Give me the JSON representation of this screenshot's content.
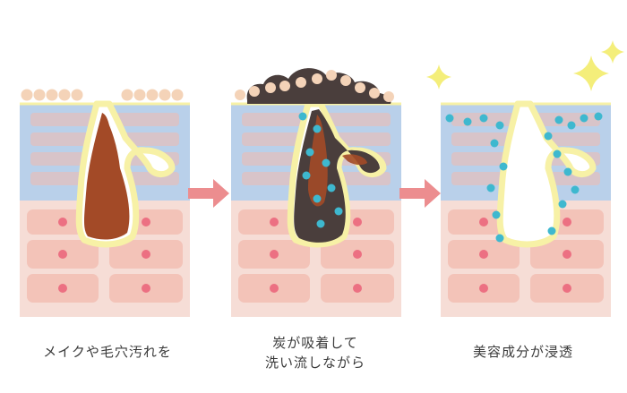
{
  "steps": [
    {
      "caption_lines": [
        "メイクや毛穴汚れを"
      ]
    },
    {
      "caption_lines": [
        "炭が吸着して",
        "洗い流しながら"
      ]
    },
    {
      "caption_lines": [
        "美容成分が浸透"
      ]
    }
  ],
  "colors": {
    "epidermis": "#b9d0ea",
    "dermis": "#f6ddd6",
    "cell": "#f2b9ad",
    "nucleus": "#ec7082",
    "pore_outline": "#f7f1a6",
    "makeup_dirt": "#a34a27",
    "charcoal": "#4a3e3c",
    "oil_dot": "#f4d3b8",
    "ingredient_dot": "#3eb8cf",
    "arrow": "#ec8d8f",
    "sparkle": "#f4ee7a"
  }
}
